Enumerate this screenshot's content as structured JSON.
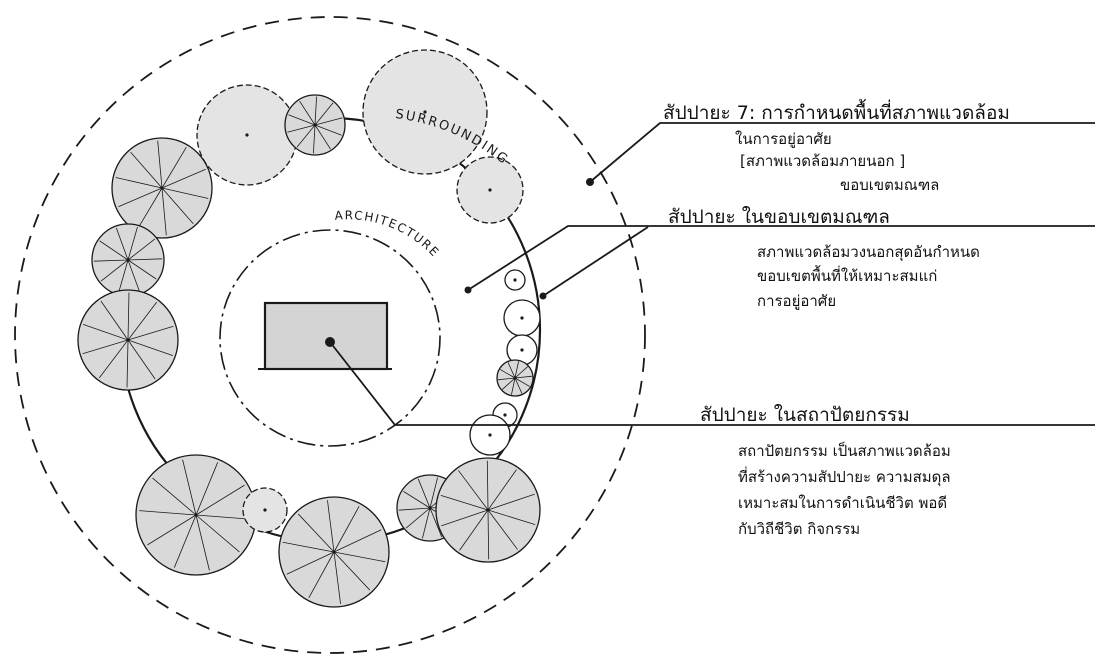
{
  "diagram": {
    "site_labels": {
      "surrounding": "SURROUNDING",
      "architecture": "ARCHITECTURE"
    },
    "annotations": [
      {
        "heading": "สัปปายะ 7: การกำหนดพื้นที่สภาพแวดล้อม",
        "lines": [
          "ในการอยู่อาศัย",
          "[สภาพแวดล้อมภายนอก ]",
          "ขอบเขตมณฑล"
        ]
      },
      {
        "heading": "สัปปายะ ในขอบเขตมณฑล",
        "lines": [
          "สภาพแวดล้อมวงนอกสุดอันกำหนด",
          "ขอบเขตพื้นที่ให้เหมาะสมแก่",
          "การอยู่อาศัย"
        ]
      },
      {
        "heading": "สัปปายะ ในสถาปัตยกรรม",
        "lines": [
          "สถาปัตยกรรม เป็นสภาพแวดล้อม",
          "ที่สร้างความสัปปายะ ความสมดุล",
          "เหมาะสมในการดำเนินชีวิต พอดี",
          "กับวิถีชีวิต กิจกรรม"
        ]
      }
    ],
    "colors": {
      "ink": "#1a1a1a",
      "tree_fill": "#d9d9d9",
      "building_fill": "#d4d4d4",
      "paper": "#ffffff"
    }
  }
}
